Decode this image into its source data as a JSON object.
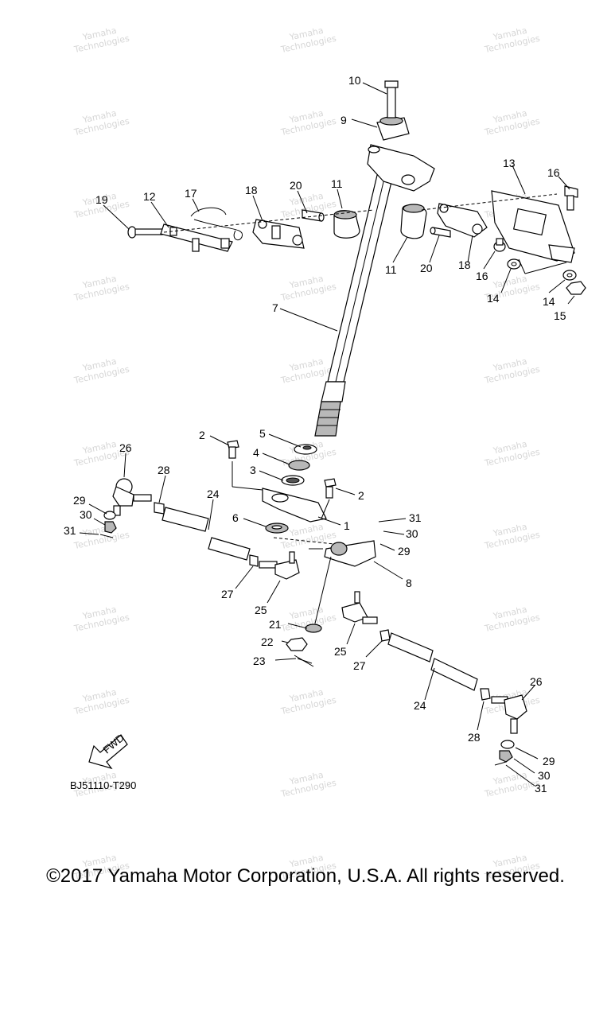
{
  "diagram_code": "BJ51110-T290",
  "fwd_label": "FWD",
  "copyright": "©2017 Yamaha Motor Corporation, U.S.A. All rights reserved.",
  "watermark_lines": [
    "Yamaha",
    "Technologies"
  ],
  "callouts": {
    "c10": "10",
    "c9": "9",
    "c13": "13",
    "c16a": "16",
    "c19": "19",
    "c12": "12",
    "c17": "17",
    "c18a": "18",
    "c20a": "20",
    "c11a": "11",
    "c11b": "11",
    "c20b": "20",
    "c18b": "18",
    "c16b": "16",
    "c14a": "14",
    "c14b": "14",
    "c15": "15",
    "c7": "7",
    "c2a": "2",
    "c5": "5",
    "c4": "4",
    "c3": "3",
    "c2b": "2",
    "c6": "6",
    "c1": "1",
    "c26a": "26",
    "c28a": "28",
    "c24a": "24",
    "c29a": "29",
    "c30a": "30",
    "c31a": "31",
    "c31b": "31",
    "c30b": "30",
    "c29b": "29",
    "c8": "8",
    "c27a": "27",
    "c25a": "25",
    "c21": "21",
    "c22": "22",
    "c23": "23",
    "c25b": "25",
    "c27b": "27",
    "c24b": "24",
    "c26b": "26",
    "c28b": "28",
    "c29c": "29",
    "c30c": "30",
    "c31c": "31"
  }
}
